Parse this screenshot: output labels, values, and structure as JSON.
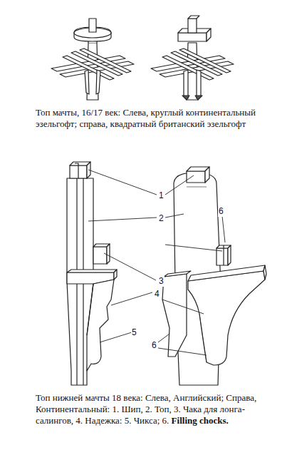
{
  "diagram": {
    "labels": [
      "Топ мачты, 16/17 век: Слева, круглый континентальный эзельгофт; справа, квадратный британский эзельгофт",
      "1",
      "2",
      "6",
      "3",
      "4",
      "5",
      "6",
      "Топ нижней мачты 18 века: Слева, Английский; Справа, Континентальный: 1. Шип, 2. Топ, 3. Чака для лонга-салингов, 4. Надежка: 5. Чикса; 6.",
      "Filling chocks."
    ]
  }
}
